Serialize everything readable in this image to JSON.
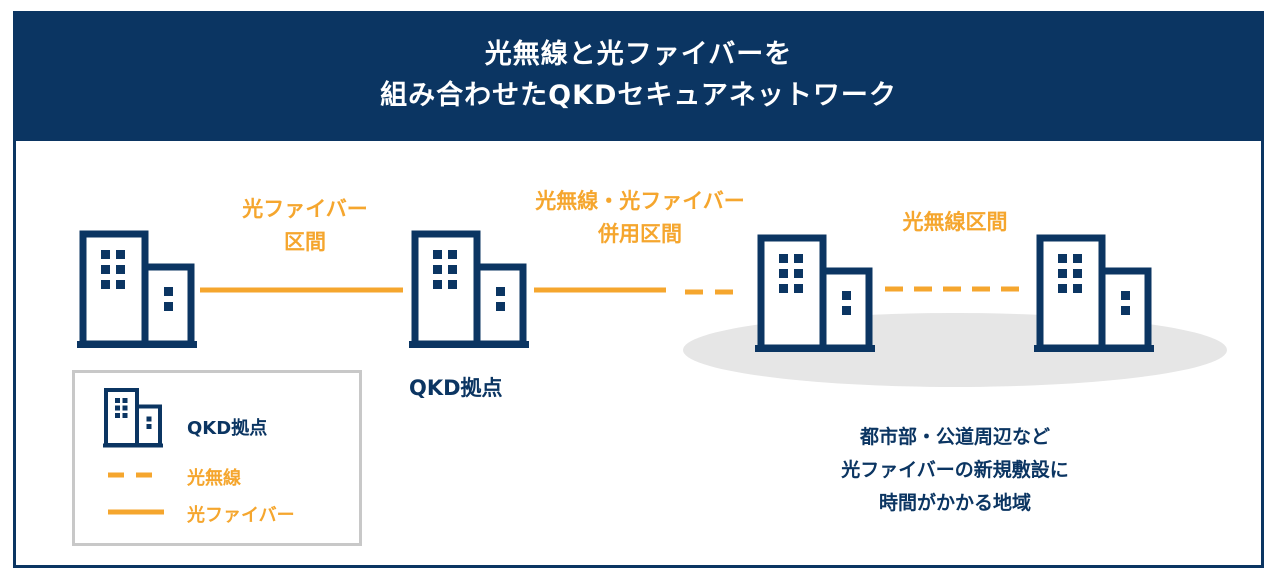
{
  "header": {
    "title_line1": "光無線と光ファイバーを",
    "title_line2": "組み合わせたQKDセキュアネットワーク"
  },
  "segments": {
    "fiber_line1": "光ファイバー",
    "fiber_line2": "区間",
    "mixed_line1": "光無線・光ファイバー",
    "mixed_line2": "併用区間",
    "wireless": "光無線区間"
  },
  "node_label": "QKD拠点",
  "note": {
    "line1": "都市部・公道周辺など",
    "line2": "光ファイバーの新規敷設に",
    "line3": "時間がかかる地域"
  },
  "legend": {
    "node": "QKD拠点",
    "wireless": "光無線",
    "fiber": "光ファイバー"
  },
  "colors": {
    "navy": "#0b3562",
    "orange": "#f5a62e",
    "area_gray": "#e6e6e6"
  },
  "icons": [
    "building-icon"
  ]
}
